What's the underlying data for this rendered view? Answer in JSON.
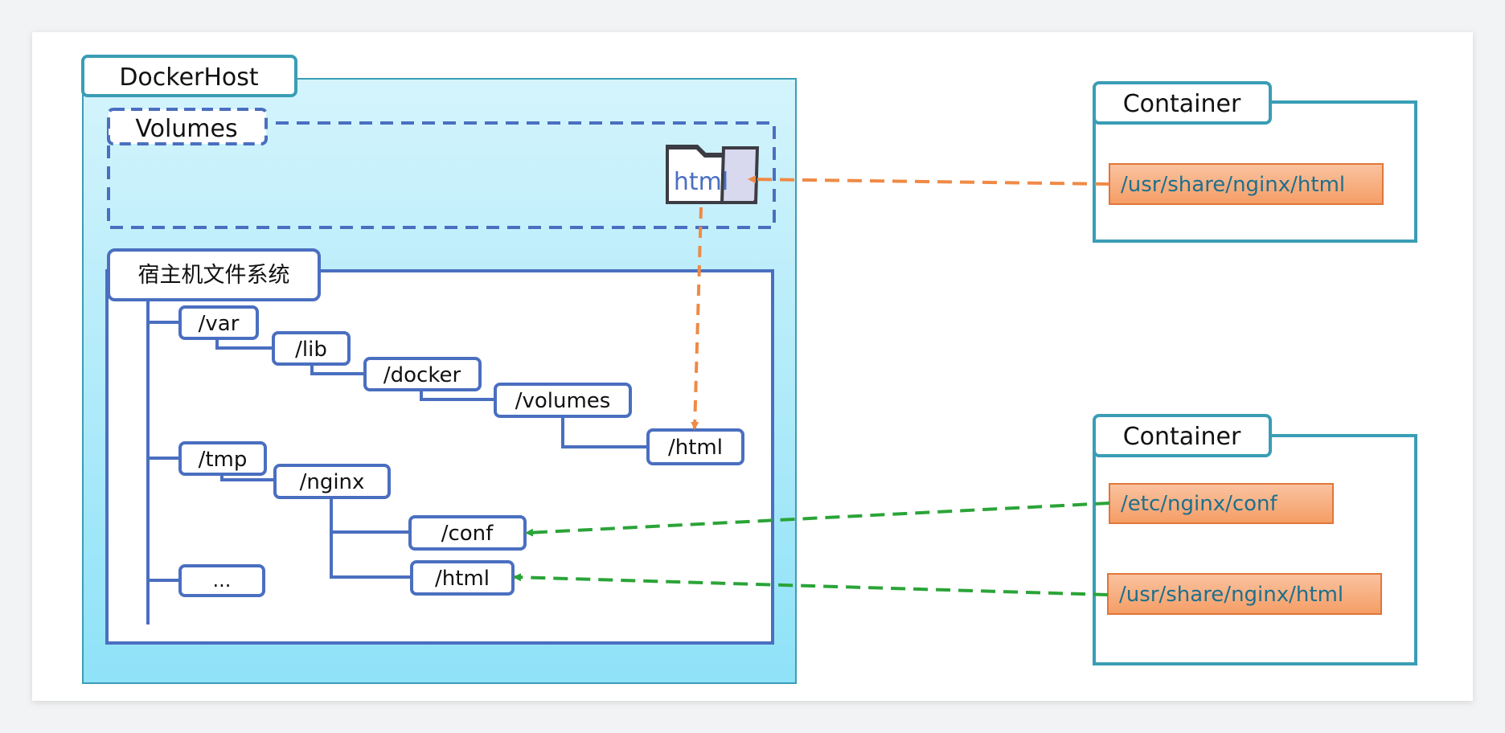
{
  "docker_host": {
    "title": "DockerHost",
    "volumes": {
      "title": "Volumes",
      "folder_label": "html"
    },
    "host_fs": {
      "title": "宿主机文件系统",
      "nodes": {
        "var": "/var",
        "lib": "/lib",
        "docker": "/docker",
        "volumes": "/volumes",
        "vol_html": "/html",
        "tmp": "/tmp",
        "nginx": "/nginx",
        "conf": "/conf",
        "tmp_html": "/html",
        "ellipsis": "..."
      }
    }
  },
  "containers": [
    {
      "title": "Container",
      "paths": [
        "/usr/share/nginx/html"
      ]
    },
    {
      "title": "Container",
      "paths": [
        "/etc/nginx/conf",
        "/usr/share/nginx/html"
      ]
    }
  ],
  "colors": {
    "host_fill_top": "#d4f4fc",
    "host_fill_bottom": "#8fe2f8",
    "host_border": "#3a9db5",
    "blue_border": "#4a6fc0",
    "path_fill": "#f7ad7c",
    "path_border": "#e0763a",
    "path_text": "#1f6f8b",
    "orange_arrow": "#ef8a45",
    "green_arrow": "#2aa438",
    "container_border": "#3a9db5"
  }
}
